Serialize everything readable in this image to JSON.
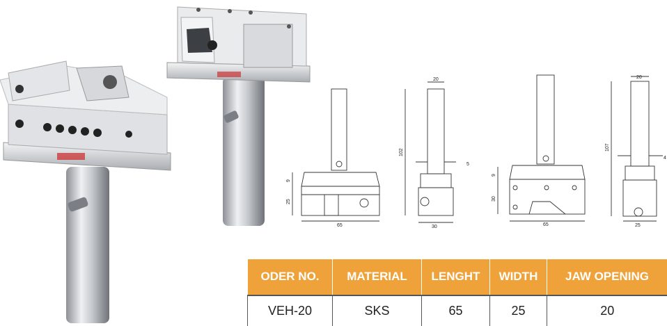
{
  "table": {
    "headers": [
      "ODER NO.",
      "MATERIAL",
      "LENGHT",
      "WIDTH",
      "JAW OPENING"
    ],
    "row": [
      "VEH-20",
      "SKS",
      "65",
      "25",
      "20"
    ]
  },
  "drawings": {
    "front_view_1": {
      "width": "65",
      "top_height": "9",
      "body_height": "25"
    },
    "side_view_1": {
      "width": "30",
      "height": "102",
      "stem": "20",
      "pin": "5"
    },
    "front_view_2": {
      "width": "65",
      "top_height": "9",
      "body_height": "30"
    },
    "side_view_2": {
      "width": "25",
      "height": "107",
      "stem": "20",
      "pin": "4"
    }
  },
  "icons": {
    "photo_1": "vise-with-shank-photo",
    "photo_2": "vise-with-shank-photo-2"
  }
}
